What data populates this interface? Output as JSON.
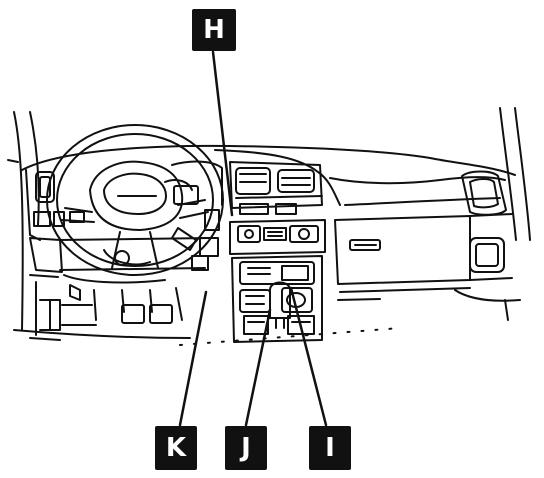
{
  "callouts": {
    "h": "H",
    "i": "I",
    "j": "J",
    "k": "K"
  }
}
